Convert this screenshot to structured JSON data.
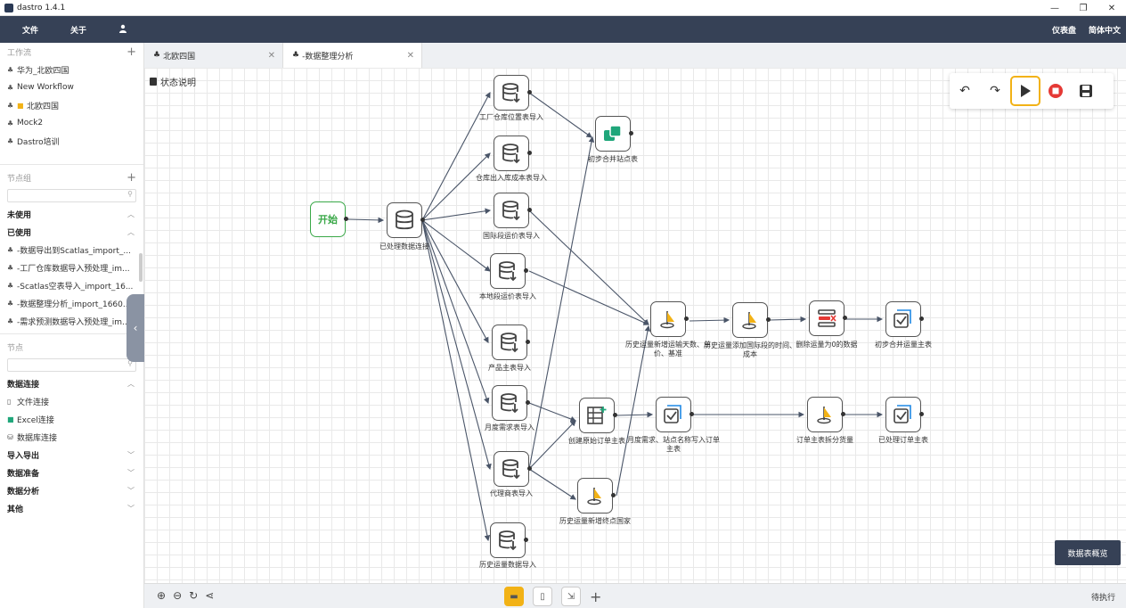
{
  "app": {
    "title": "dastro 1.4.1"
  },
  "window_controls": {
    "minimize": "—",
    "restore": "❐",
    "close": "✕"
  },
  "menu": {
    "file": "文件",
    "about": "关于",
    "user_icon": "user-icon",
    "dashboard": "仪表盘",
    "language": "简体中文"
  },
  "sidebar": {
    "workflow_header": "工作流",
    "workflows": [
      "华为_北欧四国",
      "New Workflow",
      "北欧四国",
      "Mock2",
      "Dastro培训"
    ],
    "nodegroup_header": "节点组",
    "unused_label": "未使用",
    "used_label": "已使用",
    "used_items": [
      "-数据导出到Scatlas_import_...",
      "-工厂仓库数据导入预处理_im...",
      "-Scatlas空表导入_import_16...",
      "-数据整理分析_import_1660...",
      "-需求预测数据导入预处理_im..."
    ],
    "node_header": "节点",
    "data_conn_label": "数据连接",
    "conn_items": [
      "文件连接",
      "Excel连接",
      "数据库连接"
    ],
    "categories": [
      "导入导出",
      "数据准备",
      "数据分析",
      "其他"
    ]
  },
  "tabs": [
    {
      "label": "北欧四国"
    },
    {
      "label": "-数据整理分析"
    }
  ],
  "canvas": {
    "status_legend": "状态说明",
    "start_label": "开始",
    "nodes": {
      "preprocess": "已处理数据连接",
      "factory": "工厂仓库位置表导入",
      "warehouse": "仓库出入库成本表导入",
      "intl": "国际段运价表导入",
      "local": "本地段运价表导入",
      "product": "产品主表导入",
      "monthly": "月度需求表导入",
      "agent": "代理商表导入",
      "history": "历史运量数据导入",
      "merge_site": "初步合并站点表",
      "hist_add": "历史运量新增运输天数、单价、基准",
      "hist_time": "历史运量添加国际段的时间、成本",
      "del_zero": "删除运量为0的数据",
      "merge_main": "初步合并运量主表",
      "create_order": "创建原始订单主表",
      "monthly_write": "月度需求、站点名称写入订单主表",
      "order_split": "订单主表拆分货量",
      "processed_order": "已处理订单主表",
      "hist_country": "历史运量新增终点国家"
    },
    "overview_button": "数据表概览"
  },
  "bottom": {
    "state": "待执行"
  },
  "colors": {
    "menu_bg": "#364156",
    "accent": "#f2b216",
    "start_green": "#3aa848",
    "stop_red": "#e53935",
    "teal": "#1fa67a"
  }
}
